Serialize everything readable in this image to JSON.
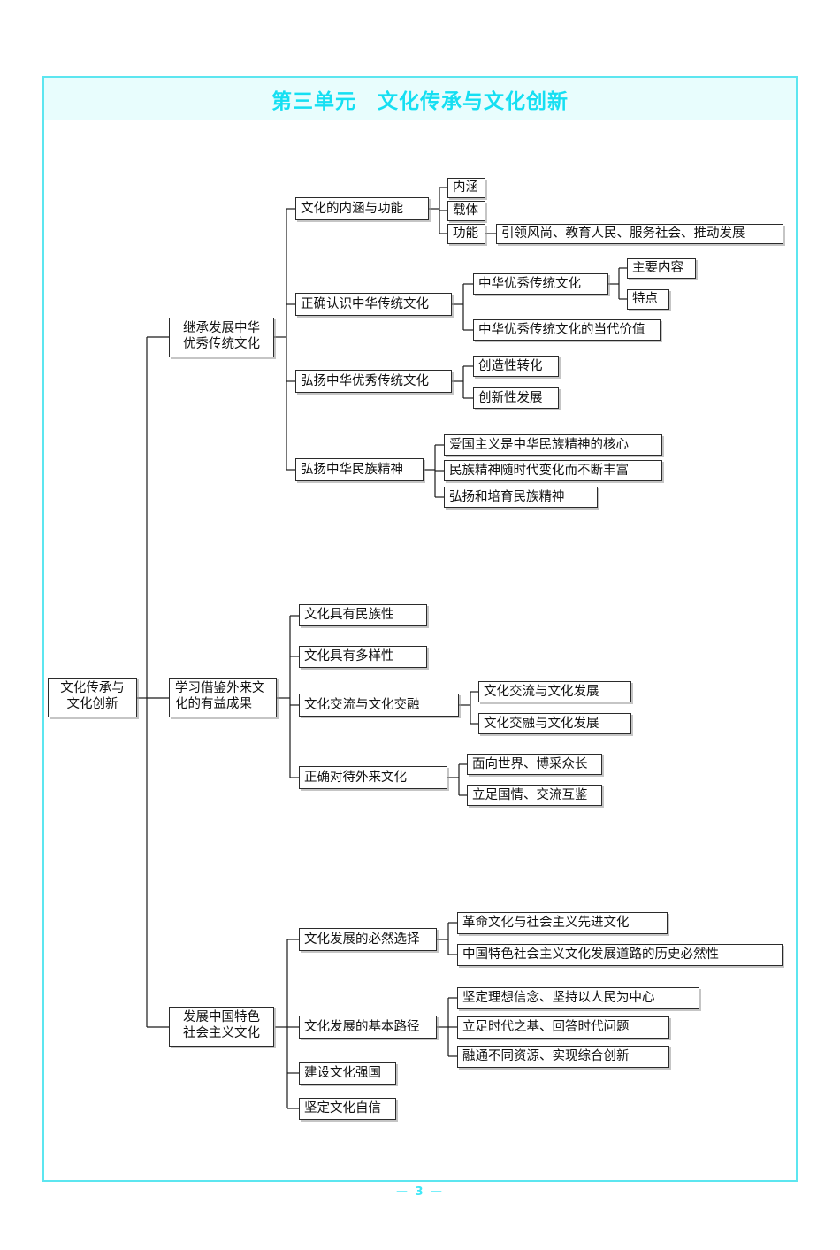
{
  "header": {
    "title": "第三单元　文化传承与文化创新"
  },
  "footer": {
    "page_label": "— 3 —"
  },
  "mindmap": {
    "root": "文化传承与\n文化创新",
    "branch1": {
      "label": "继承发展中华\n优秀传统文化",
      "n1": "文化的内涵与功能",
      "n1a": "内涵",
      "n1b": "载体",
      "n1c": "功能",
      "n1c1": "引领风尚、教育人民、服务社会、推动发展",
      "n2": "正确认识中华传统文化",
      "n2a": "中华优秀传统文化",
      "n2a1": "主要内容",
      "n2a2": "特点",
      "n2b": "中华优秀传统文化的当代价值",
      "n3": "弘扬中华优秀传统文化",
      "n3a": "创造性转化",
      "n3b": "创新性发展",
      "n4": "弘扬中华民族精神",
      "n4a": "爱国主义是中华民族精神的核心",
      "n4b": "民族精神随时代变化而不断丰富",
      "n4c": "弘扬和培育民族精神"
    },
    "branch2": {
      "label": "学习借鉴外来文\n化的有益成果",
      "n1": "文化具有民族性",
      "n2": "文化具有多样性",
      "n3": "文化交流与文化交融",
      "n3a": "文化交流与文化发展",
      "n3b": "文化交融与文化发展",
      "n4": "正确对待外来文化",
      "n4a": "面向世界、博采众长",
      "n4b": "立足国情、交流互鉴"
    },
    "branch3": {
      "label": "发展中国特色\n社会主义文化",
      "n1": "文化发展的必然选择",
      "n1a": "革命文化与社会主义先进文化",
      "n1b": "中国特色社会主义文化发展道路的历史必然性",
      "n2": "文化发展的基本路径",
      "n2a": "坚定理想信念、坚持以人民为中心",
      "n2b": "立足时代之基、回答时代问题",
      "n2c": "融通不同资源、实现综合创新",
      "n3": "建设文化强国",
      "n4": "坚定文化自信"
    }
  },
  "colors": {
    "accent": "#15dff2",
    "header_band": "#e8fdfd",
    "frame_border": "#5ce6f0",
    "node_border": "#2b2b2b"
  }
}
